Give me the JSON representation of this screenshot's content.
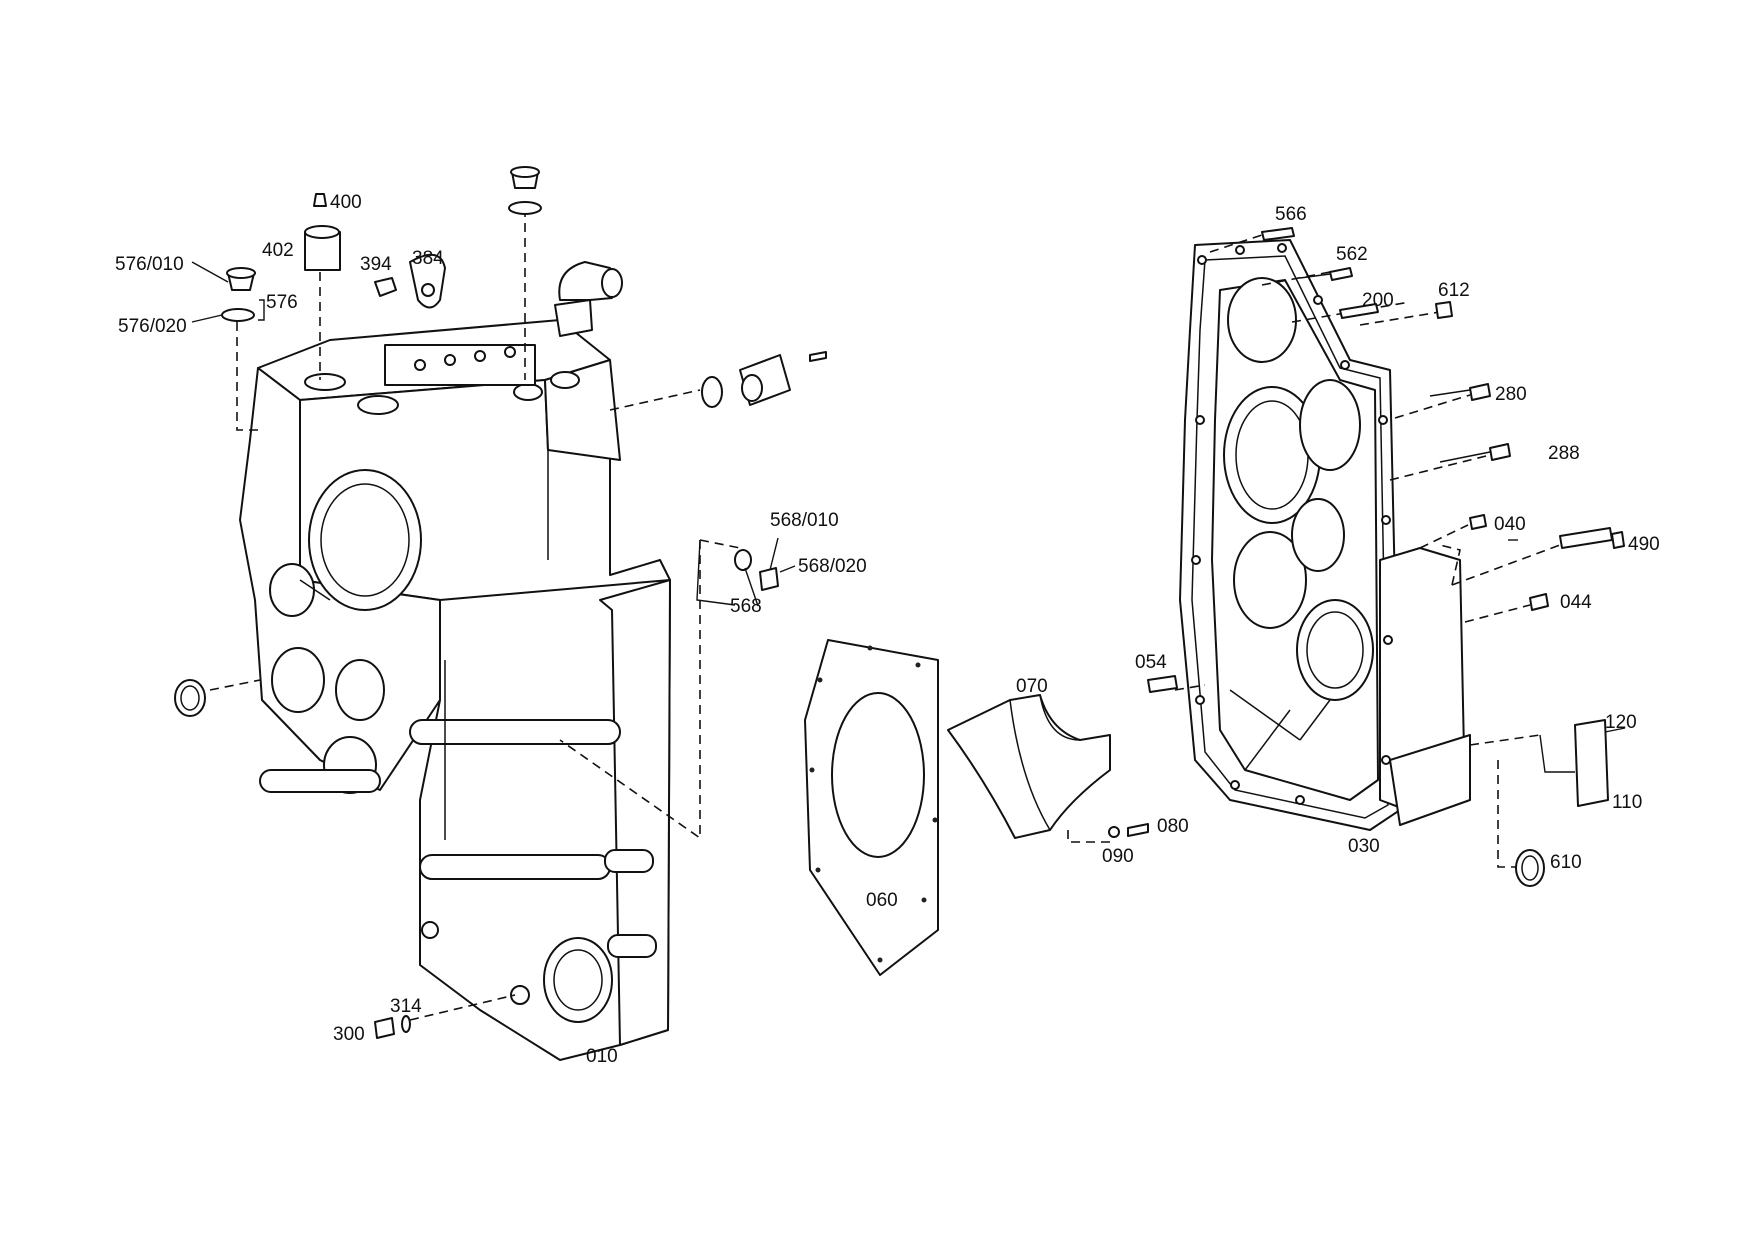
{
  "diagram": {
    "labels": {
      "p400": "400",
      "p402": "402",
      "p576_010": "576/010",
      "p576": "576",
      "p576_020": "576/020",
      "p394": "394",
      "p384": "384",
      "p568_010": "568/010",
      "p568_020": "568/020",
      "p568": "568",
      "p314": "314",
      "p300": "300",
      "p010": "010",
      "p060": "060",
      "p070": "070",
      "p080": "080",
      "p090": "090",
      "p566": "566",
      "p562": "562",
      "p200": "200",
      "p612": "612",
      "p280": "280",
      "p288": "288",
      "p040": "040",
      "p490": "490",
      "p044": "044",
      "p054": "054",
      "p030": "030",
      "p120": "120",
      "p110": "110",
      "p610": "610"
    }
  }
}
